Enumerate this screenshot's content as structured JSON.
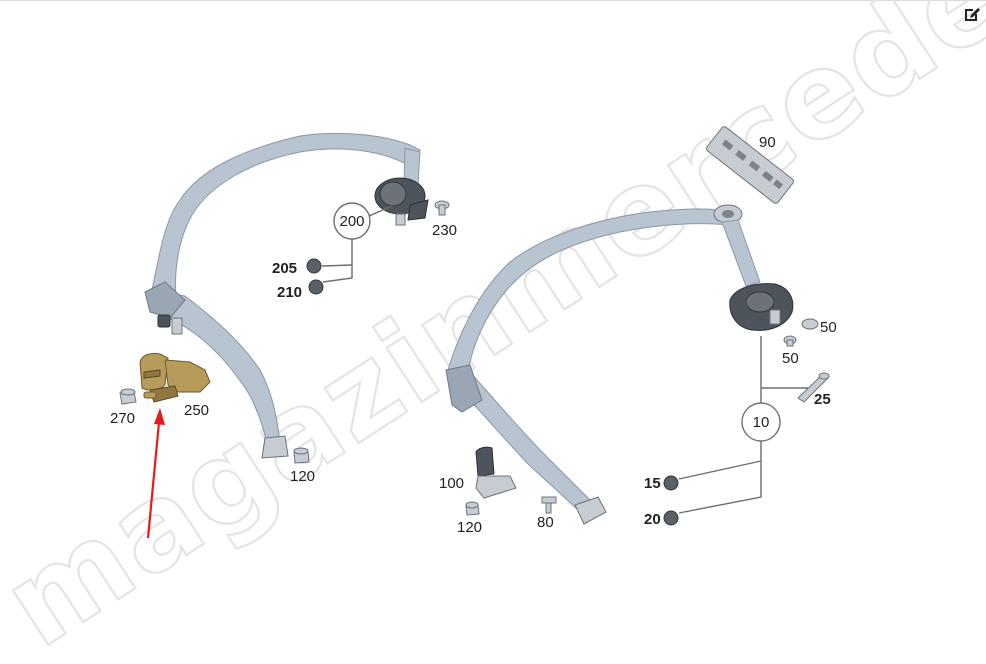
{
  "watermark": {
    "text": "magazinmercedes.ru"
  },
  "toolbar": {
    "edit_icon": "edit-icon"
  },
  "callouts": {
    "c200": "200",
    "c230": "230",
    "c205": "205",
    "c210": "210",
    "c270": "270",
    "c250": "250",
    "c120a": "120",
    "c90": "90",
    "c50a": "50",
    "c50b": "50",
    "c25": "25",
    "c10": "10",
    "c15": "15",
    "c20": "20",
    "c100": "100",
    "c120b": "120",
    "c80": "80"
  },
  "colors": {
    "arrow": "#e8191a",
    "belt": "#b9c4d1",
    "buckle": "#b69b5b"
  }
}
